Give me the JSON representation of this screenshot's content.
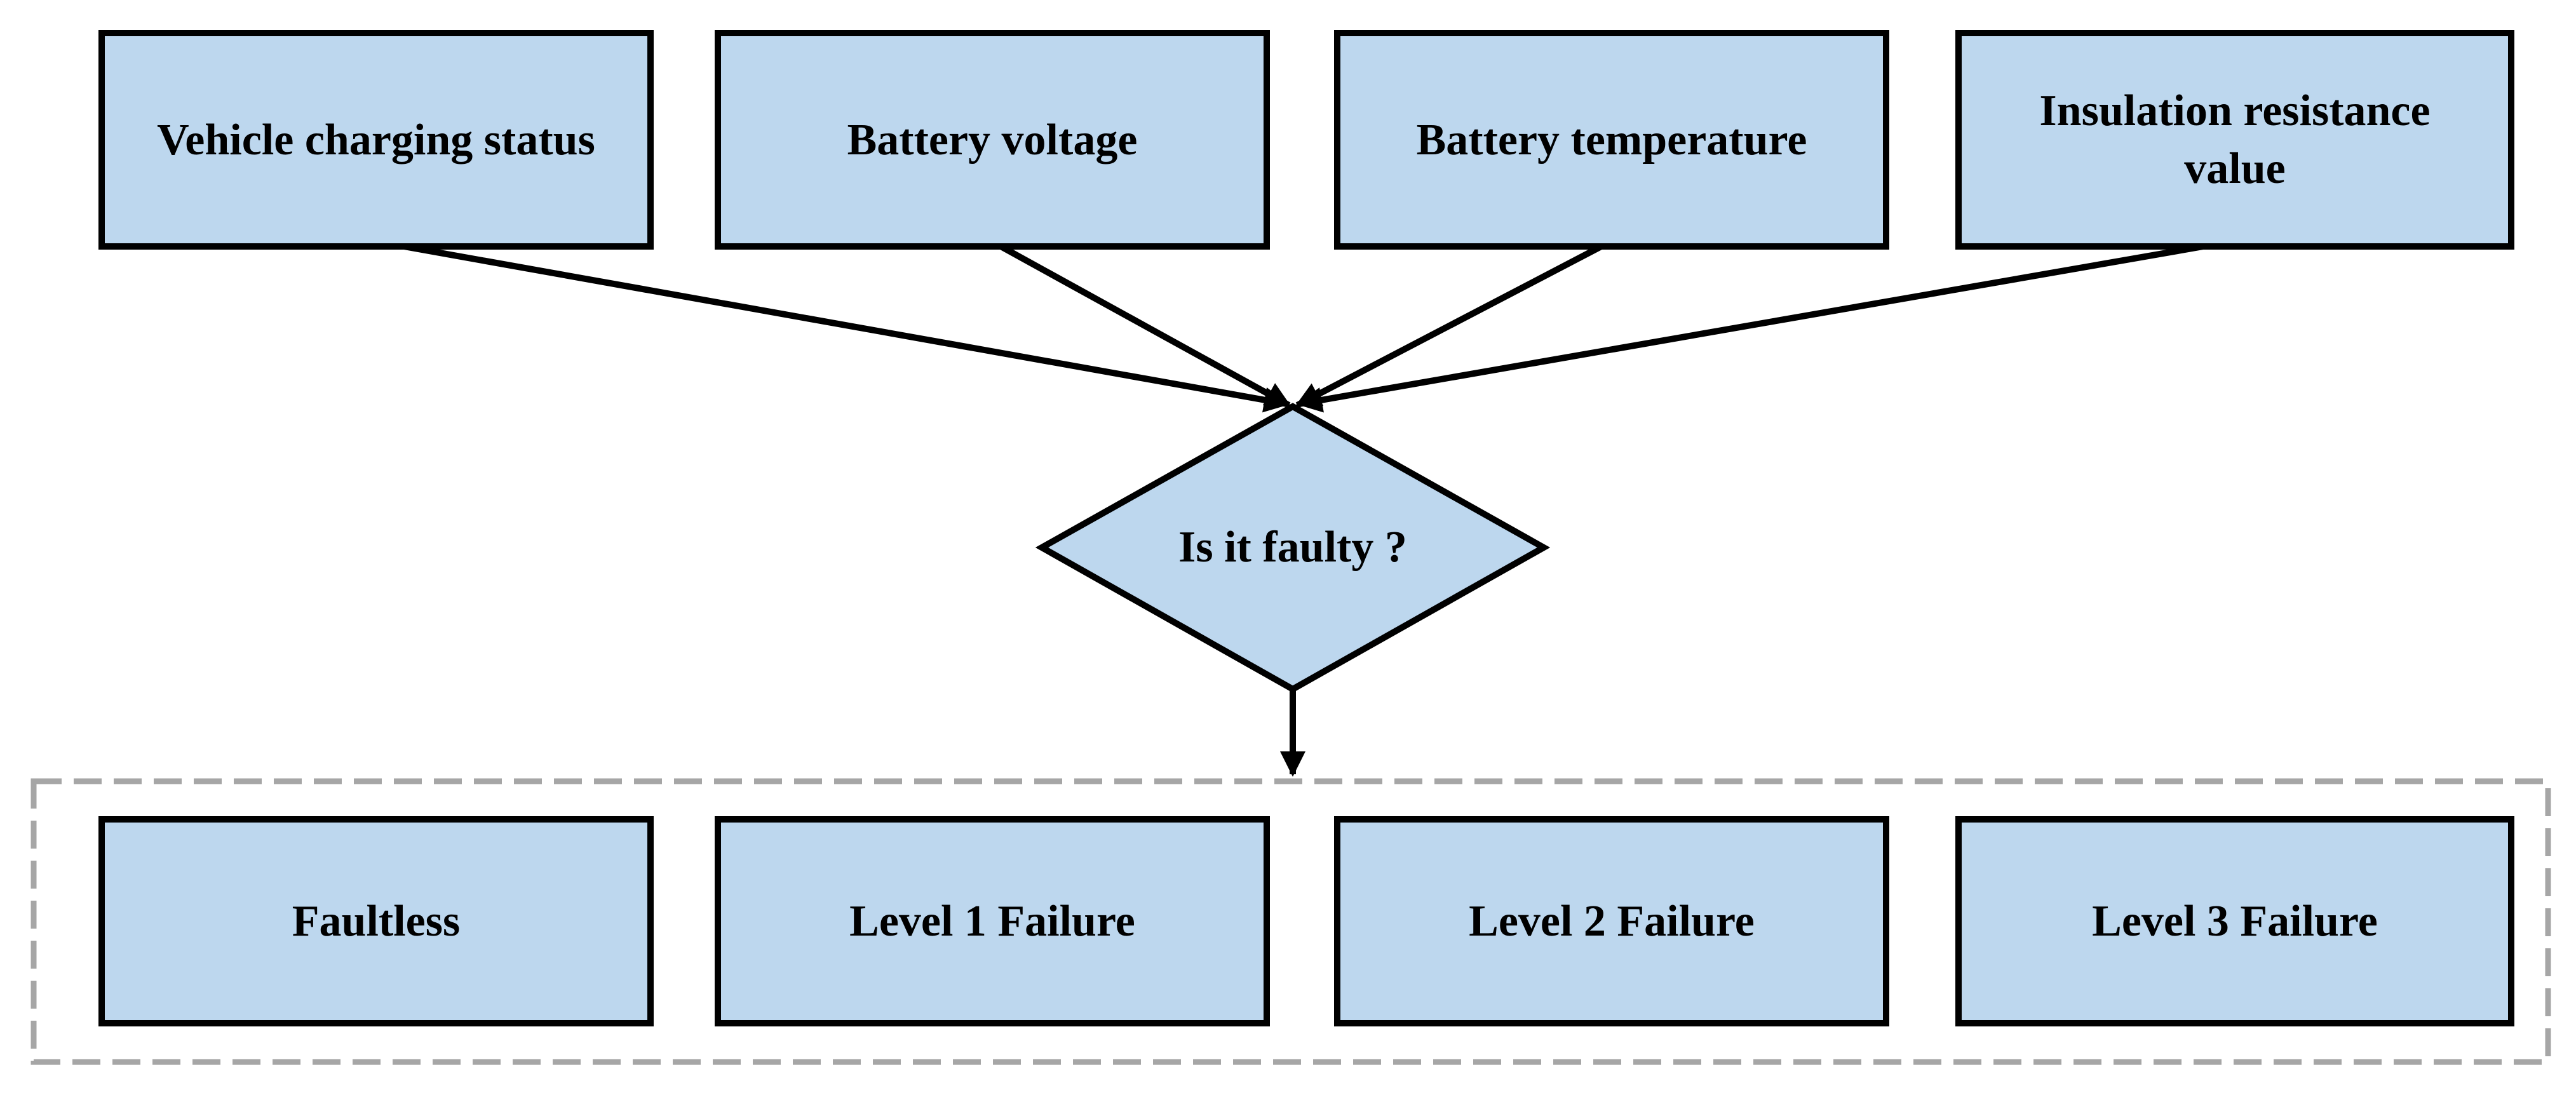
{
  "figure": {
    "type": "flowchart",
    "inputs": [
      {
        "label": "Vehicle charging status"
      },
      {
        "label": "Battery voltage"
      },
      {
        "label": "Battery temperature"
      },
      {
        "label": "Insulation resistance\nvalue"
      }
    ],
    "decision": {
      "label": "Is it faulty ?"
    },
    "outcomes": [
      {
        "label": "Faultless"
      },
      {
        "label": "Level 1 Failure"
      },
      {
        "label": "Level 2 Failure"
      },
      {
        "label": "Level 3 Failure"
      }
    ],
    "connections": [
      {
        "from": "Vehicle charging status",
        "to": "Is it faulty ?"
      },
      {
        "from": "Battery voltage",
        "to": "Is it faulty ?"
      },
      {
        "from": "Battery temperature",
        "to": "Is it faulty ?"
      },
      {
        "from": "Insulation resistance value",
        "to": "Is it faulty ?"
      },
      {
        "from": "Is it faulty ?",
        "to": "outcome group"
      }
    ],
    "colors": {
      "node_fill": "#BDD7EE",
      "node_border": "#000000",
      "connector": "#000000",
      "group_dashed_border": "#A6A6A6",
      "background": "#FFFFFF",
      "text": "#000000"
    }
  }
}
